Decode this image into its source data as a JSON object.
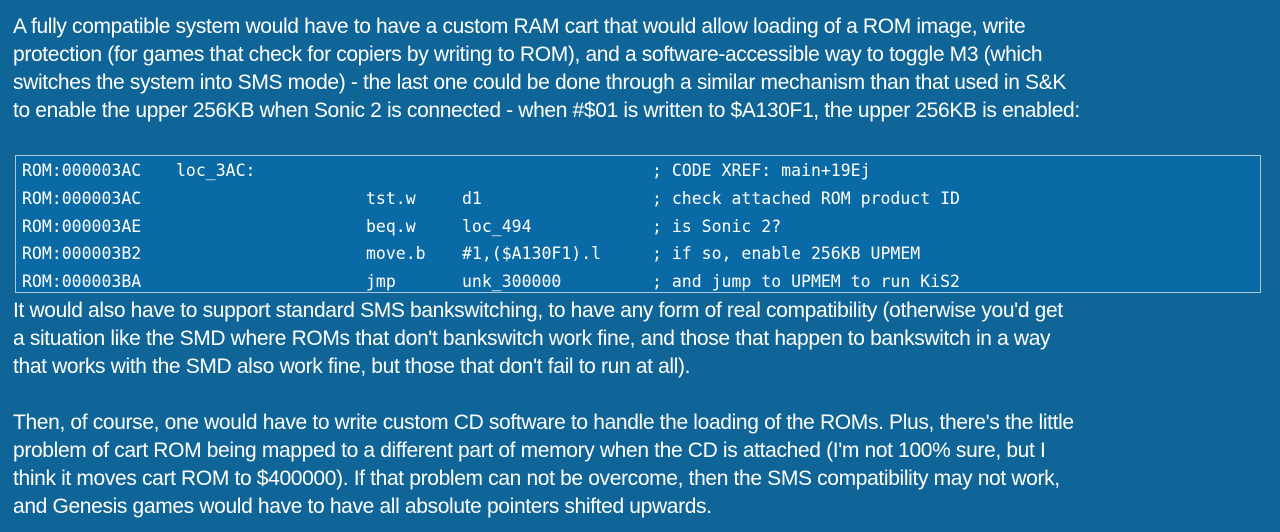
{
  "paragraph1": {
    "lines": [
      "A fully compatible system would have to have a custom RAM cart that would allow loading of a ROM image, write",
      "protection (for games that check for copiers by writing to ROM), and a software-accessible way to toggle M3 (which",
      "switches the system into SMS mode) - the last one could be done through a similar mechanism than that used in S&K",
      "to enable the upper 256KB when Sonic 2 is connected - when #$01 is written to $A130F1, the upper 256KB is enabled:"
    ]
  },
  "code": {
    "lines": [
      {
        "address": "ROM:000003AC",
        "label": "loc_3AC:",
        "mnemonic": "",
        "operand": "",
        "comment": "; CODE XREF: main+19Ej"
      },
      {
        "address": "ROM:000003AC",
        "label": "",
        "mnemonic": "tst.w",
        "operand": "d1",
        "comment": "; check attached ROM product ID"
      },
      {
        "address": "ROM:000003AE",
        "label": "",
        "mnemonic": "beq.w",
        "operand": "loc_494",
        "comment": "; is Sonic 2?"
      },
      {
        "address": "ROM:000003B2",
        "label": "",
        "mnemonic": "move.b",
        "operand": "#1,($A130F1).l",
        "comment": "; if so, enable 256KB UPMEM"
      },
      {
        "address": "ROM:000003BA",
        "label": "",
        "mnemonic": "jmp",
        "operand": "unk_300000",
        "comment": "; and jump to UPMEM to run KiS2"
      }
    ]
  },
  "paragraph2": {
    "lines": [
      "It would also have to support standard SMS bankswitching, to have any form of real compatibility (otherwise you'd get",
      "a situation like the SMD where ROMs that don't bankswitch work fine, and those that happen to bankswitch in a way",
      "that works with the SMD also work fine, but those that don't fail to run at all)."
    ]
  },
  "paragraph3": {
    "lines": [
      "Then, of course, one would have to write custom CD software to handle the loading of the ROMs. Plus, there's the little",
      "problem of cart ROM being mapped to a different part of memory when the CD is attached (I'm not 100% sure, but I",
      "think it moves cart ROM to $400000). If that problem can not be overcome, then the SMS compatibility may not work,",
      "and Genesis games would have to have all absolute pointers shifted upwards."
    ]
  },
  "colors": {
    "background": "#0f6597",
    "code_background": "#0a6aa6",
    "code_border": "#a9c8dc",
    "text": "#ffffff"
  }
}
